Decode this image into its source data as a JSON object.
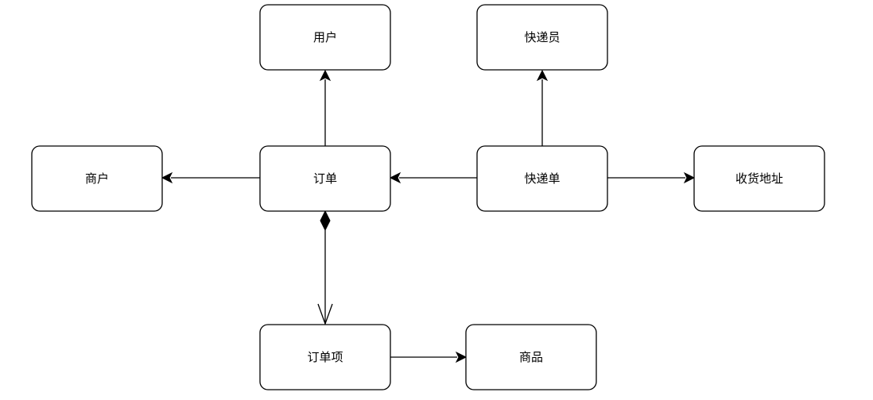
{
  "nodes": {
    "user": "用户",
    "courier": "快递员",
    "merchant": "商户",
    "order": "订单",
    "waybill": "快递单",
    "address": "收货地址",
    "order_item": "订单项",
    "product": "商品"
  },
  "edges": {
    "order_items": {
      "multiplicity": "1"
    }
  }
}
